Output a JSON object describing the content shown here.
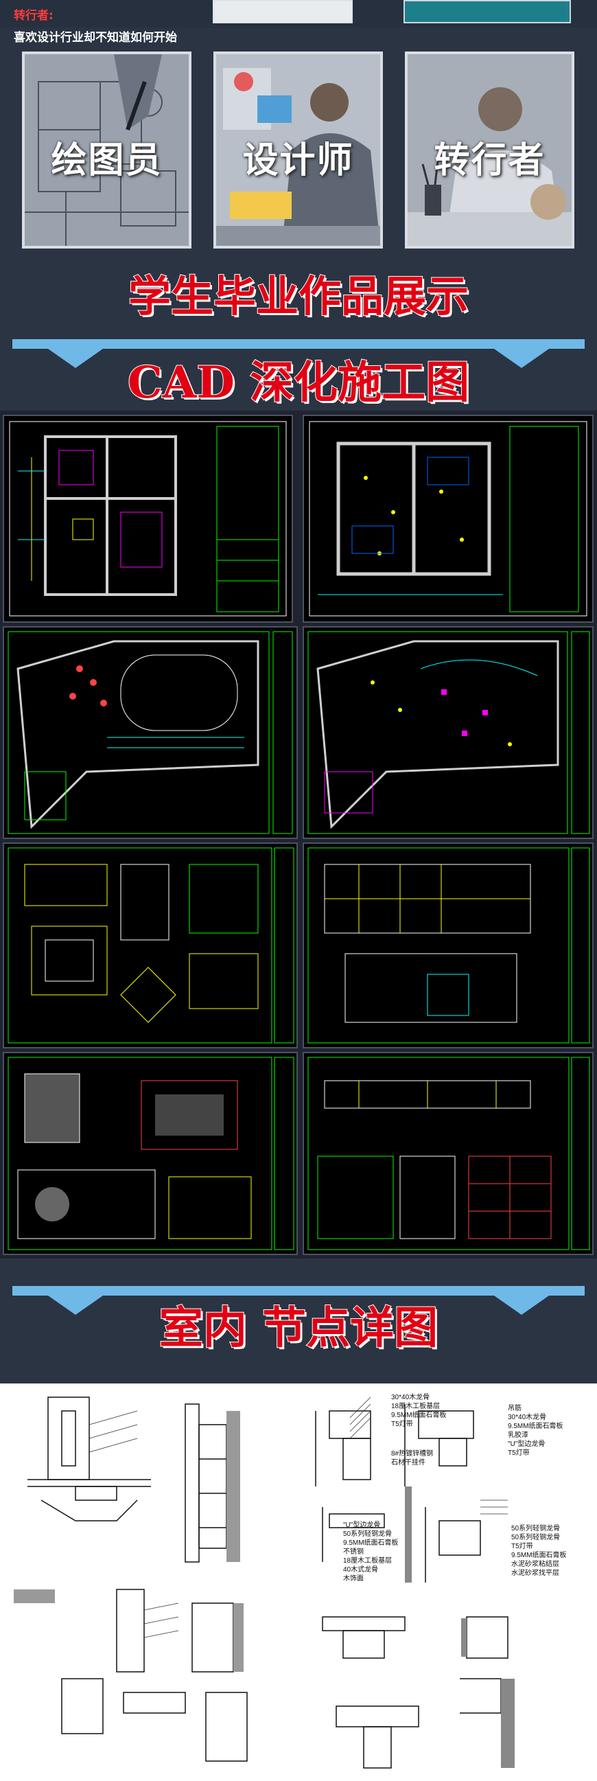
{
  "intro": {
    "role_title": "转行者:",
    "role_description": "喜欢设计行业却不知道如何开始"
  },
  "cards": [
    {
      "label": "绘图员"
    },
    {
      "label": "设计师"
    },
    {
      "label": "转行者"
    }
  ],
  "sections": {
    "student_works": "学生毕业作品展示",
    "cad_drawings": "CAD 深化施工图",
    "node_details": "室内 节点详图"
  },
  "detail_notes": {
    "n1": "30*40木龙骨",
    "n2": "18厘木工板基层",
    "n3": "9.5MM纸面石膏板",
    "n4": "T5灯带",
    "n5": "石材干挂件",
    "n6": "8#热镀锌槽钢",
    "n7": "50系列轻钢龙骨",
    "n8": "\"U\"型边龙骨",
    "n9": "吊筋",
    "n10": "乳胶漆",
    "n11": "不锈钢",
    "n12": "40木式龙骨",
    "n13": "木饰面",
    "n14": "水泥砂浆粘结层",
    "n15": "水泥砂浆找平层"
  },
  "colors": {
    "page_bg": "#2b3443",
    "accent_red": "#e20013",
    "band_blue": "#6fb9e8",
    "cad_bg": "#000000"
  }
}
